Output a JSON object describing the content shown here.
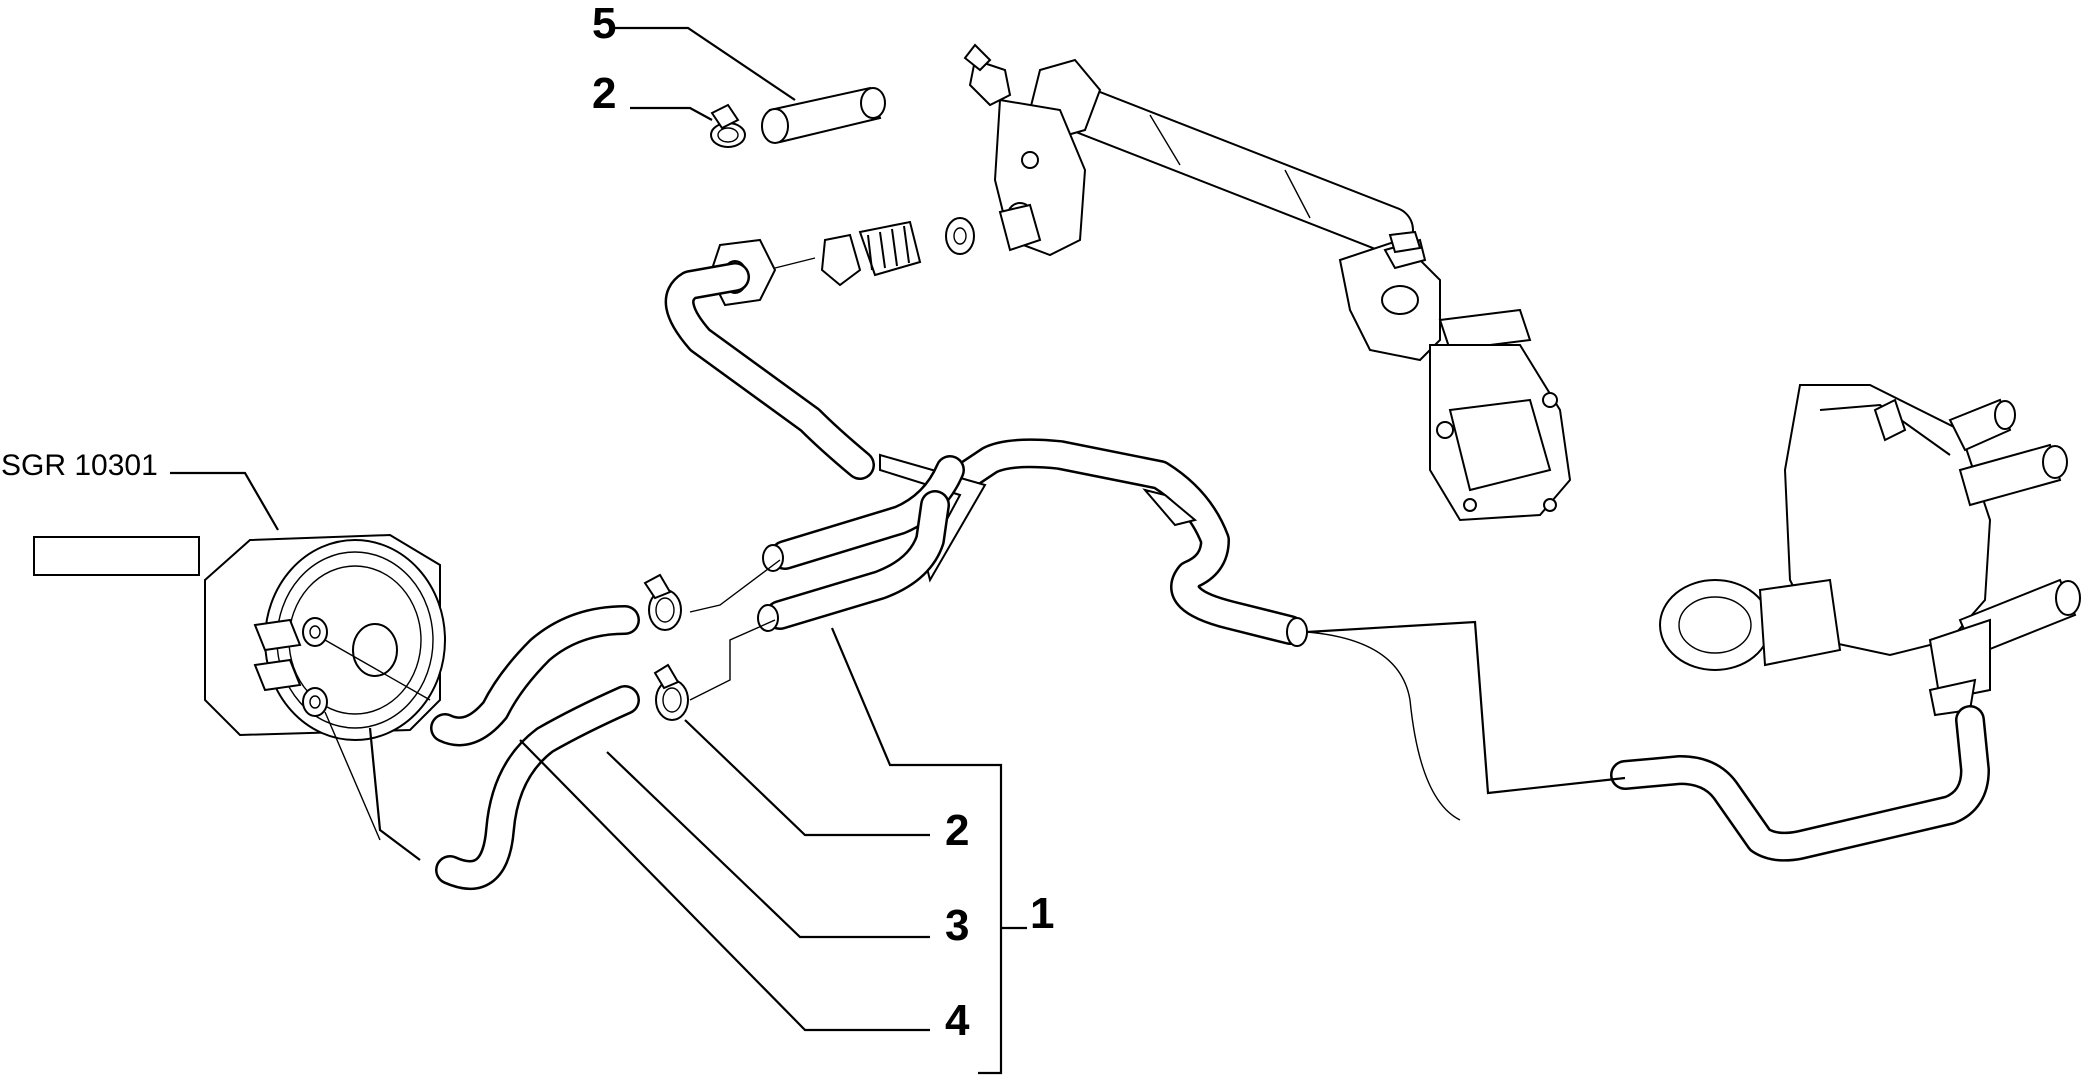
{
  "callouts": {
    "c5": "5",
    "c2_top": "2",
    "c2_bottom": "2",
    "c3": "3",
    "c4": "4",
    "c1": "1"
  },
  "reference_code": "SGR 10301",
  "blank_label": ""
}
